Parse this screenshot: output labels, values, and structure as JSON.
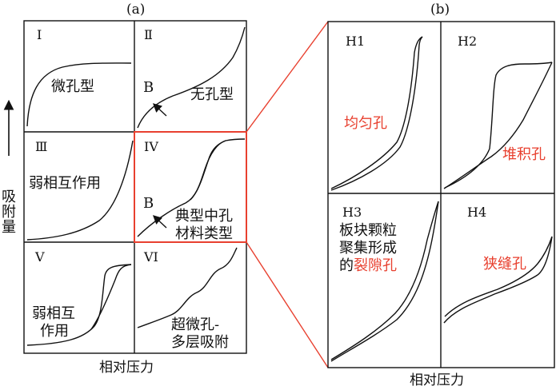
{
  "panels": {
    "a": {
      "label": "(a)",
      "x_axis_label": "相对压力",
      "y_axis_label": "吸附量"
    },
    "b": {
      "label": "(b)",
      "x_axis_label": "相对压力"
    }
  },
  "iupac_types": [
    {
      "id": "I",
      "roman": "I",
      "description": "微孔型"
    },
    {
      "id": "II",
      "roman": "Ⅱ",
      "description": "无孔型",
      "point": "B"
    },
    {
      "id": "III",
      "roman": "Ⅲ",
      "description": "弱相互作用"
    },
    {
      "id": "IV",
      "roman": "IV",
      "description_line1": "典型中孔",
      "description_line2": "材料类型",
      "point": "B"
    },
    {
      "id": "V",
      "roman": "V",
      "description_line1": "弱相互",
      "description_line2": "作用"
    },
    {
      "id": "VI",
      "roman": "VI",
      "description_line1": "超微孔-",
      "description_line2": "多层吸附"
    }
  ],
  "hysteresis_types": [
    {
      "id": "H1",
      "label": "H1",
      "description": "均匀孔"
    },
    {
      "id": "H2",
      "label": "H2",
      "description": "堆积孔"
    },
    {
      "id": "H3",
      "label": "H3",
      "description_line1": "板块颗粒",
      "description_line2": "聚集形成",
      "description_line3_black": "的",
      "description_line3_red": "裂隙孔"
    },
    {
      "id": "H4",
      "label": "H4",
      "description": "狭缝孔"
    }
  ],
  "colors": {
    "highlight": "#e8402f",
    "line": "#111111",
    "background": "#ffffff"
  }
}
